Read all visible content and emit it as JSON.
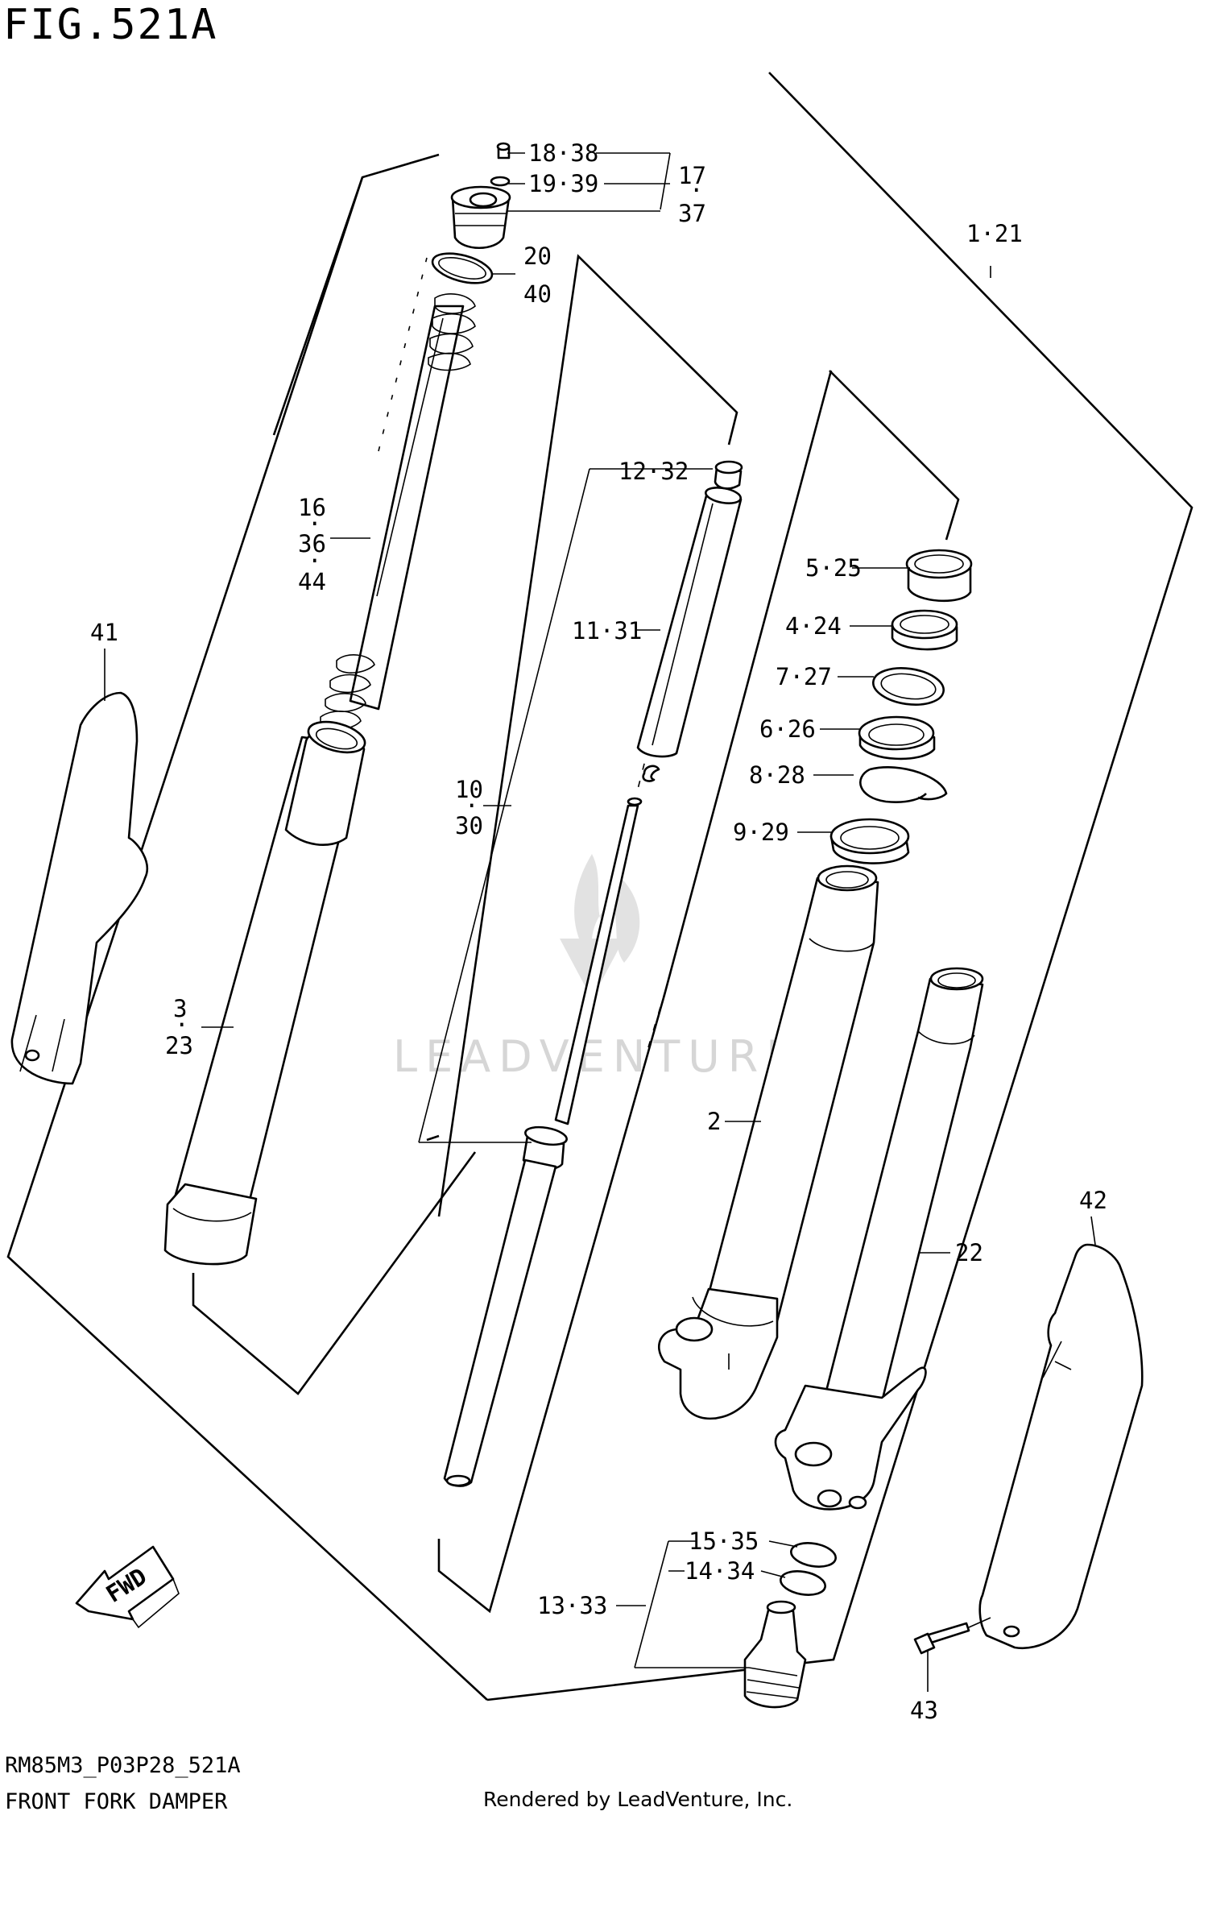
{
  "figure": {
    "title": "FIG.521A",
    "code": "RM85M3_P03P28_521A",
    "name": "FRONT FORK DAMPER",
    "rendered_by": "Rendered by LeadVenture, Inc.",
    "watermark": "LEADVENTURE",
    "direction_label": "FWD"
  },
  "callouts": {
    "c18_38": "18·38",
    "c19_39": "19·39",
    "c17": "17",
    "c37": "37",
    "c20": "20",
    "c40": "40",
    "c1_21": "1·21",
    "c12_32": "12·32",
    "c16": "16",
    "c36": "36",
    "c44": "44",
    "c11_31": "11·31",
    "c5_25": "5·25",
    "c4_24": "4·24",
    "c7_27": "7·27",
    "c6_26": "6·26",
    "c8_28": "8·28",
    "c9_29": "9·29",
    "c41": "41",
    "c10": "10",
    "c30": "30",
    "c3": "3",
    "c23": "23",
    "c2": "2",
    "c22": "22",
    "c42": "42",
    "c15_35": "15·35",
    "c14_34": "14·34",
    "c13_33": "13·33",
    "c43": "43"
  }
}
